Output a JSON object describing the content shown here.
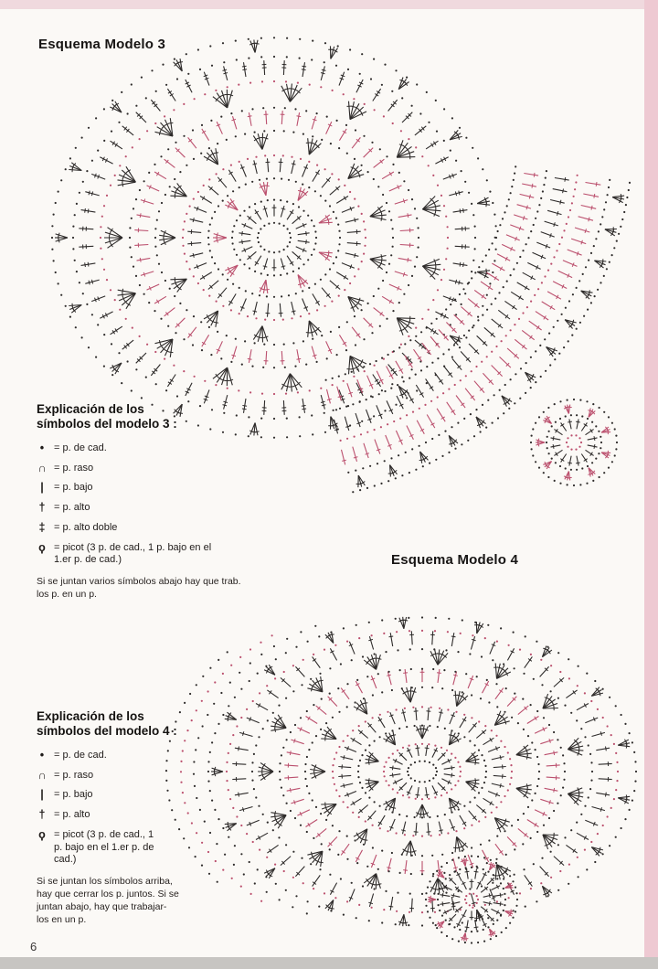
{
  "colors": {
    "accent": "#bb4f6d",
    "ink": "#2e2b2a"
  },
  "page_number": "6",
  "model3": {
    "title": "Esquema Modelo 3",
    "legend_title": [
      "Explicación de los",
      "símbolos del modelo 3 :"
    ],
    "legend": [
      {
        "symbol": "•",
        "label": "= p. de cad."
      },
      {
        "symbol": "∩",
        "label": "= p. raso"
      },
      {
        "symbol": "|",
        "label": "= p. bajo"
      },
      {
        "symbol": "†",
        "label": "= p. alto"
      },
      {
        "symbol": "‡",
        "label": "= p. alto doble"
      },
      {
        "symbol": "ϙ",
        "label": "= picot (3 p. de cad., 1 p. bajo en el 1.er p. de cad.)"
      }
    ],
    "note": "Si se juntan varios símbolos abajo hay que trab. los p. en un p."
  },
  "model4": {
    "title": "Esquema Modelo 4",
    "legend_title": [
      "Explicación de los",
      "símbolos del modelo 4 :"
    ],
    "legend": [
      {
        "symbol": "•",
        "label": "= p. de cad."
      },
      {
        "symbol": "∩",
        "label": "= p. raso"
      },
      {
        "symbol": "|",
        "label": "= p. bajo"
      },
      {
        "symbol": "†",
        "label": "= p. alto"
      },
      {
        "symbol": "ϙ",
        "label": "= picot (3 p. de cad., 1 p. bajo en el 1.er p. de cad.)"
      }
    ],
    "note": "Si se juntan los símbolos arriba, hay que cerrar los p. juntos. Si se juntan abajo, hay que trabajar- los en un p."
  }
}
